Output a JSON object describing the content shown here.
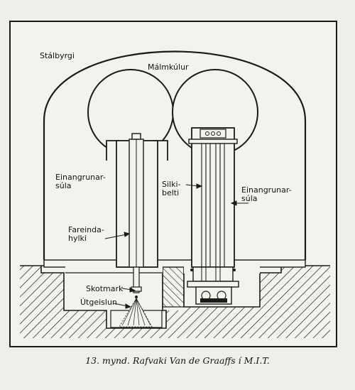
{
  "labels": {
    "steel_building": "Stálbyrgi",
    "metal_spheres": "Málmkúlur",
    "insulating_column_left": "Einangrunar-\nsúla",
    "accelerator_tube": "Fareinda-\nhylki",
    "target": "Skotmark",
    "radiation": "Útgeislun",
    "silk_belt": "Silki-\nbelti",
    "insulating_column_right": "Einangrunar-\nsúla"
  },
  "caption": "13. mynd. Rafvaki Van de Graaffs í M.I.T."
}
